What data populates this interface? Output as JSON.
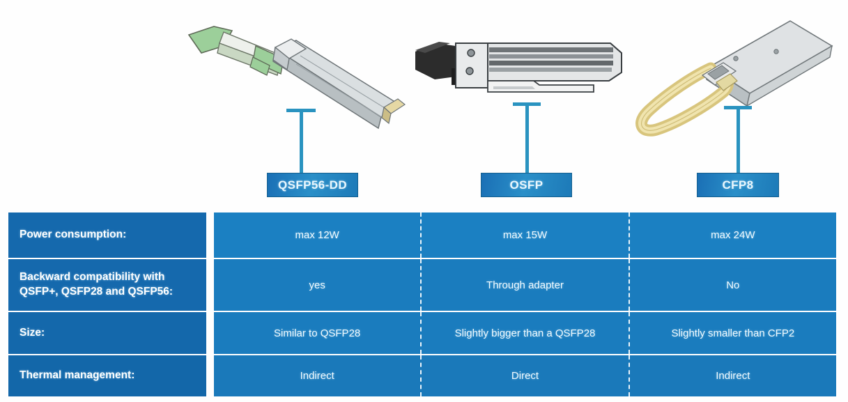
{
  "modules": [
    {
      "id": "qsfp56dd",
      "chip_label": "QSFP56-DD",
      "figure_name": "qsfp56-dd-transceiver-photo",
      "bail_color": "#9ccf9a",
      "body_color": "#cfd2d4"
    },
    {
      "id": "osfp",
      "chip_label": "OSFP",
      "figure_name": "osfp-transceiver-photo",
      "bail_color": "#2c2c2c",
      "body_color": "#d6d8da"
    },
    {
      "id": "cfp8",
      "chip_label": "CFP8",
      "figure_name": "cfp8-transceiver-photo",
      "bail_color": "#e8d79a",
      "body_color": "#d9dbdd"
    }
  ],
  "table": {
    "column_headers": [
      "QSFP56-DD",
      "OSFP",
      "CFP8"
    ],
    "rows": [
      {
        "label": "Power consumption:",
        "values": [
          "max 12W",
          "max 15W",
          "max 24W"
        ]
      },
      {
        "label": "Backward compatibility with QSFP+, QSFP28 and QSFP56:",
        "label_line1": "Backward compatibility with",
        "label_line2": "QSFP+, QSFP28 and QSFP56:",
        "values": [
          "yes",
          "Through adapter",
          "No"
        ]
      },
      {
        "label": "Size:",
        "values": [
          "Similar to QSFP28",
          "Slightly bigger than a QSFP28",
          "Slightly smaller than CFP2"
        ]
      },
      {
        "label": "Thermal management:",
        "values": [
          "Indirect",
          "Direct",
          "Indirect"
        ]
      }
    ]
  },
  "colors": {
    "accent_connector": "#2a93c0",
    "chip_blue": "#1d7ab8",
    "label_cell_blue": "#1569ad",
    "value_cell_blue": "#1a7fc1",
    "grid_white": "#ffffff",
    "page_background": "#ffffff"
  }
}
